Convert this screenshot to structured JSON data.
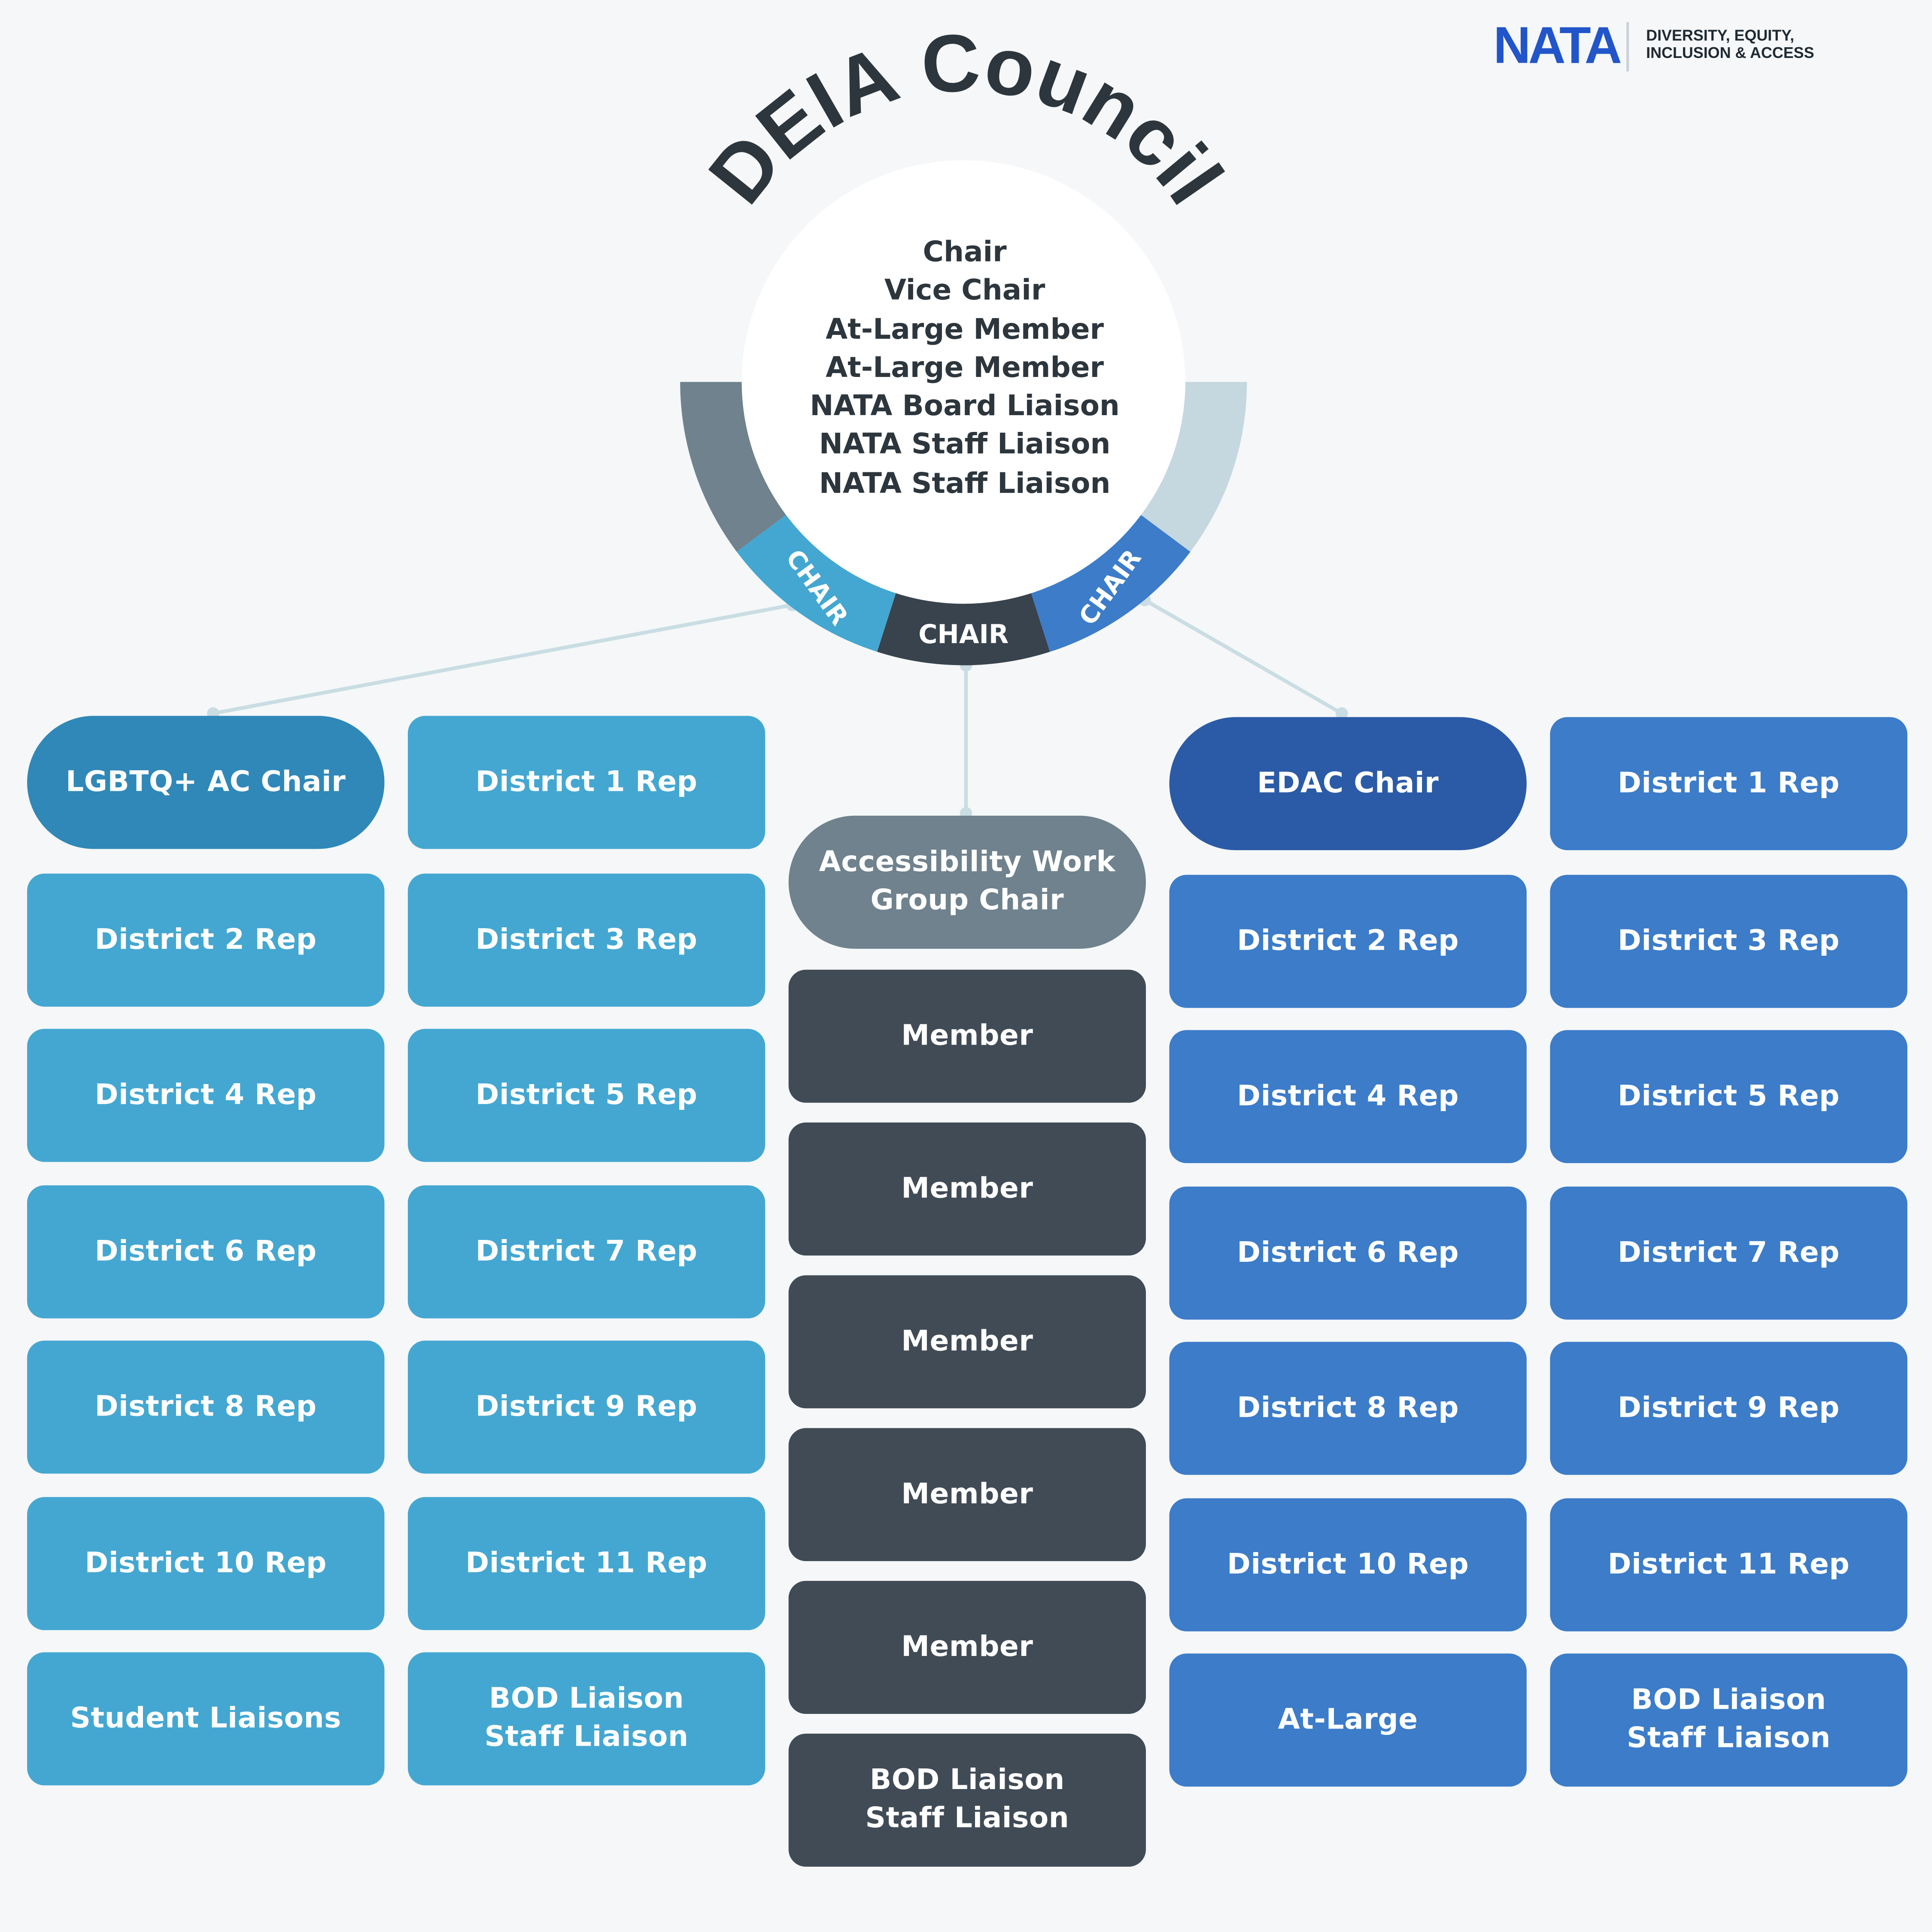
{
  "title": "DEIA Council",
  "logo": {
    "mark": "NATA",
    "text": "DIVERSITY, EQUITY,\nINCLUSION & ACCESS"
  },
  "council_members": [
    "Chair",
    "Vice Chair",
    "At-Large Member",
    "At-Large Member",
    "NATA Board Liaison",
    "NATA Staff Liaison",
    "NATA Staff Liaison"
  ],
  "ring_labels": {
    "left": "CHAIR",
    "middle": "CHAIR",
    "right": "CHAIR"
  },
  "colors": {
    "lgbtq": "#44a7d1",
    "lgbtq_chair": "#2f88b8",
    "edac": "#3c7cc9",
    "edac_chair": "#2b5ba6",
    "accessibility": "#6f828d",
    "member": "#404b56",
    "ring_gray": "#6f828d",
    "ring_light": "#c5d7df",
    "ring_dark": "#38434d",
    "connector": "#c9dde3"
  },
  "lgbtq": {
    "chair": "LGBTQ+ AC Chair",
    "reps": [
      "District 1 Rep",
      "District 2 Rep",
      "District 3 Rep",
      "District 4 Rep",
      "District 5 Rep",
      "District 6 Rep",
      "District 7 Rep",
      "District 8 Rep",
      "District 9 Rep",
      "District 10 Rep",
      "District 11 Rep",
      "Student Liaisons",
      "BOD Liaison\nStaff Liaison"
    ]
  },
  "accessibility": {
    "chair": "Accessibility Work\nGroup Chair",
    "members": [
      "Member",
      "Member",
      "Member",
      "Member",
      "Member"
    ],
    "liaison": "BOD Liaison\nStaff Liaison"
  },
  "edac": {
    "chair": "EDAC Chair",
    "reps": [
      "District 1 Rep",
      "District 2 Rep",
      "District 3 Rep",
      "District 4 Rep",
      "District 5 Rep",
      "District 6 Rep",
      "District 7 Rep",
      "District 8 Rep",
      "District 9 Rep",
      "District 10 Rep",
      "District 11 Rep",
      "At-Large",
      "BOD Liaison\nStaff Liaison"
    ]
  }
}
